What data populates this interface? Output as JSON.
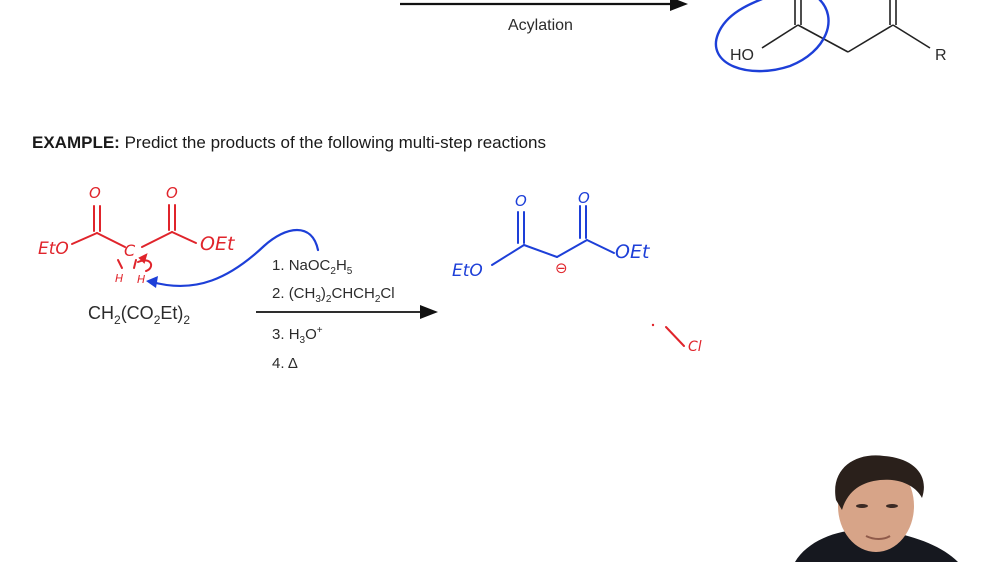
{
  "top_reaction": {
    "arrow_label": "Acylation",
    "product_labels": {
      "hydroxyl": "HO",
      "r_group": "R"
    }
  },
  "example": {
    "prefix": "EXAMPLE:",
    "text": "Predict the products of the following multi-step reactions"
  },
  "reagent": {
    "formula_parts": [
      "CH",
      "2",
      "(CO",
      "2",
      "Et)",
      "2"
    ]
  },
  "conditions": {
    "step1": {
      "num": "1. ",
      "parts": [
        "NaOC",
        "2",
        "H",
        "5"
      ]
    },
    "step2": {
      "num": "2. ",
      "parts": [
        "(CH",
        "3",
        ")",
        "2",
        "CHCH",
        "2",
        "Cl"
      ]
    },
    "step3": {
      "num": "3. ",
      "parts": [
        "H",
        "3",
        "O",
        "+"
      ]
    },
    "step4": {
      "num": "4. ",
      "symbol": "Δ"
    }
  },
  "annotations_red": {
    "carbonyl_o_left": "O",
    "carbonyl_o_right": "O",
    "ester_left": "EtO",
    "ester_right": "OEt",
    "alpha_carbon": "C",
    "h_left": "H",
    "h_right": "H"
  },
  "annotations_blue": {
    "carbonyl_o_left": "O",
    "carbonyl_o_right": "O",
    "ester_left": "EtO",
    "ester_right": "OEt",
    "carbanion_charge": "⊖"
  },
  "annotation_cl": "Cl",
  "colors": {
    "ink_red": "#e0242b",
    "ink_blue": "#1d3fd8",
    "line_black": "#1a1a1a",
    "background": "#ffffff"
  }
}
